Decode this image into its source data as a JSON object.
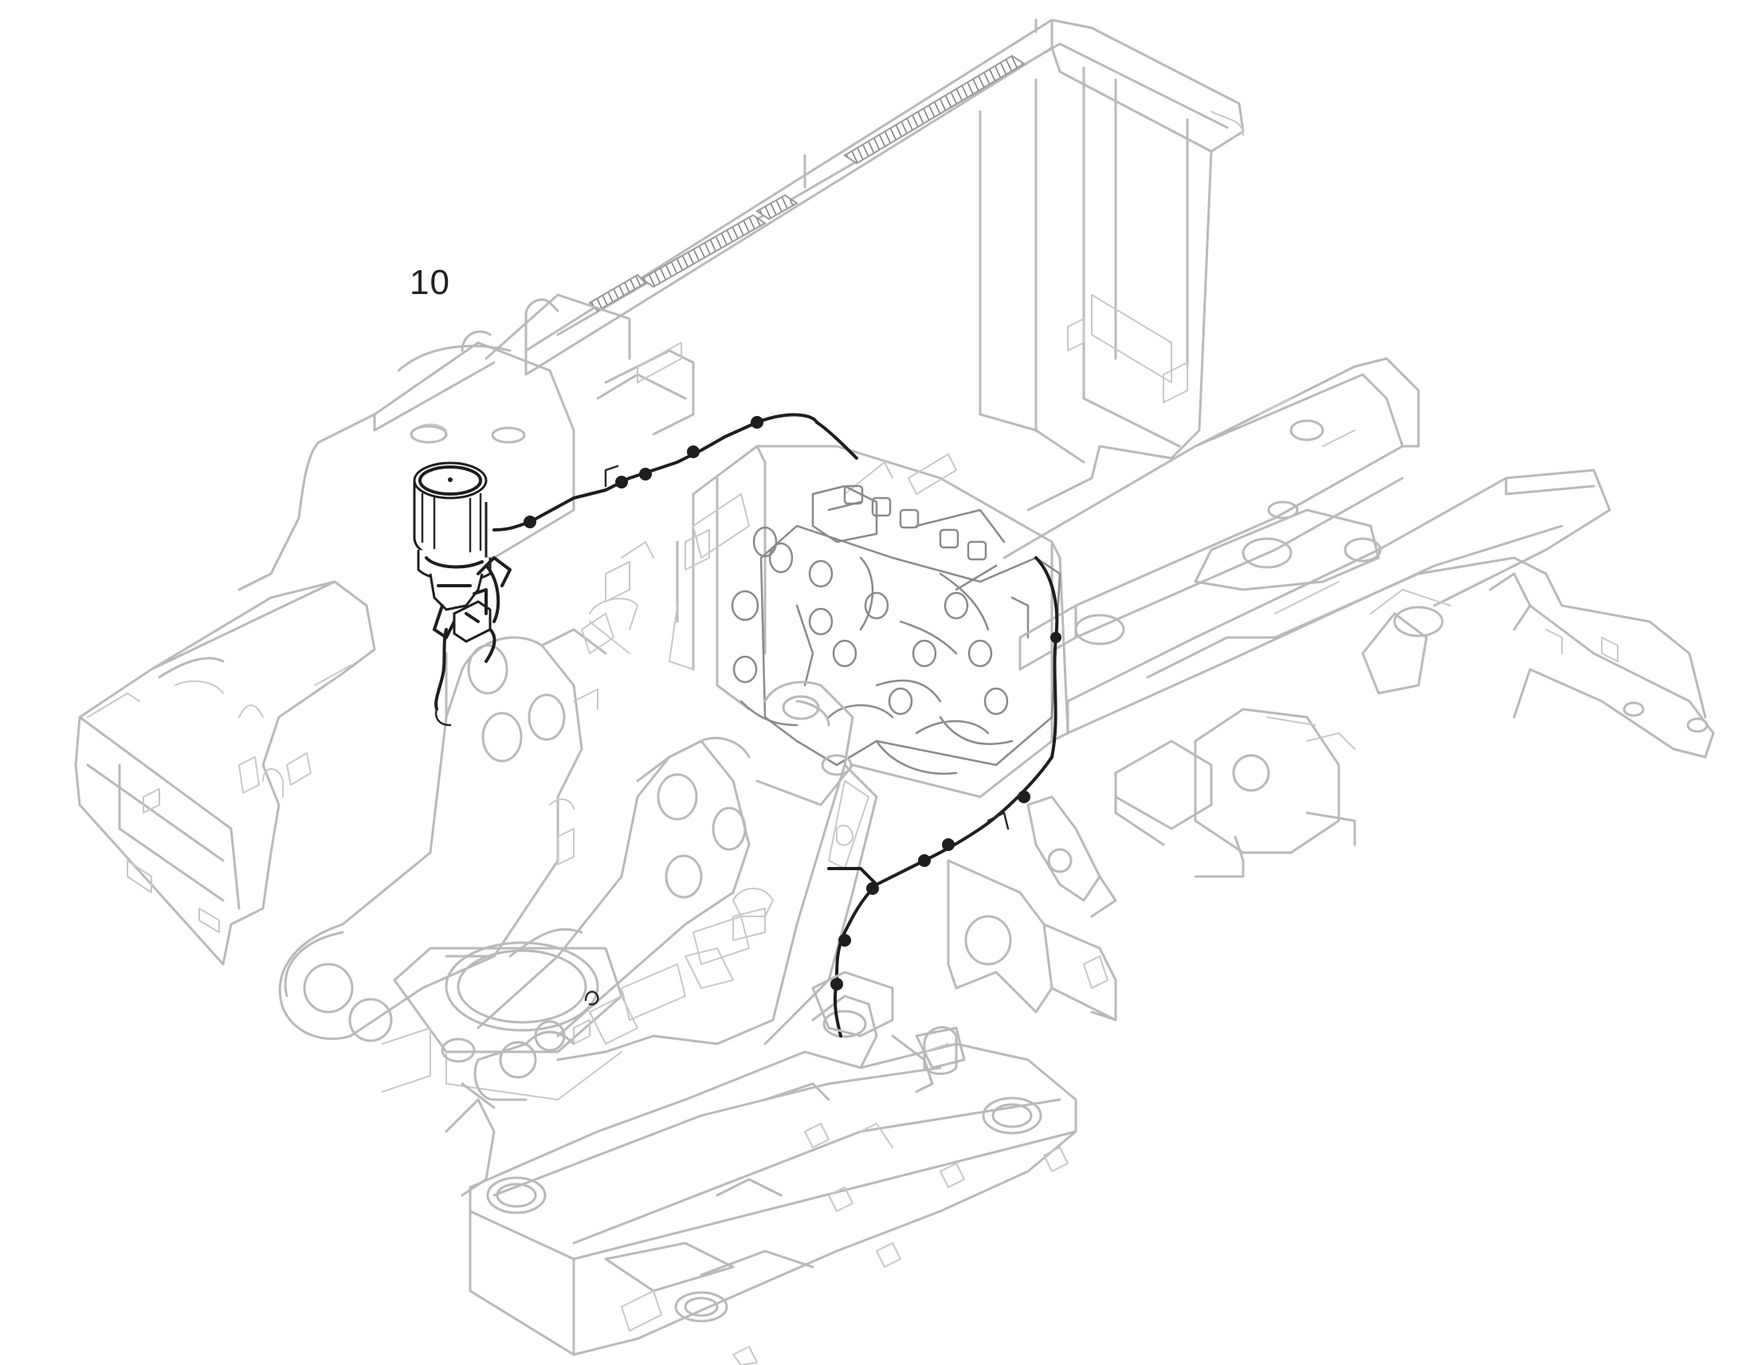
{
  "diagram": {
    "callout_label": "10",
    "colors": {
      "background": "#ffffff",
      "ghosted_structure": "#b9b9b9",
      "highlighted_parts": "#1e1e1e"
    },
    "components": {
      "frame": "ghosted",
      "counterweight_frame": "ghosted",
      "boom_pivot_arms": "ghosted",
      "control_valve_block": "detailed",
      "cylindrical_filter_assembly": "highlighted",
      "wire_harness": "highlighted"
    }
  }
}
